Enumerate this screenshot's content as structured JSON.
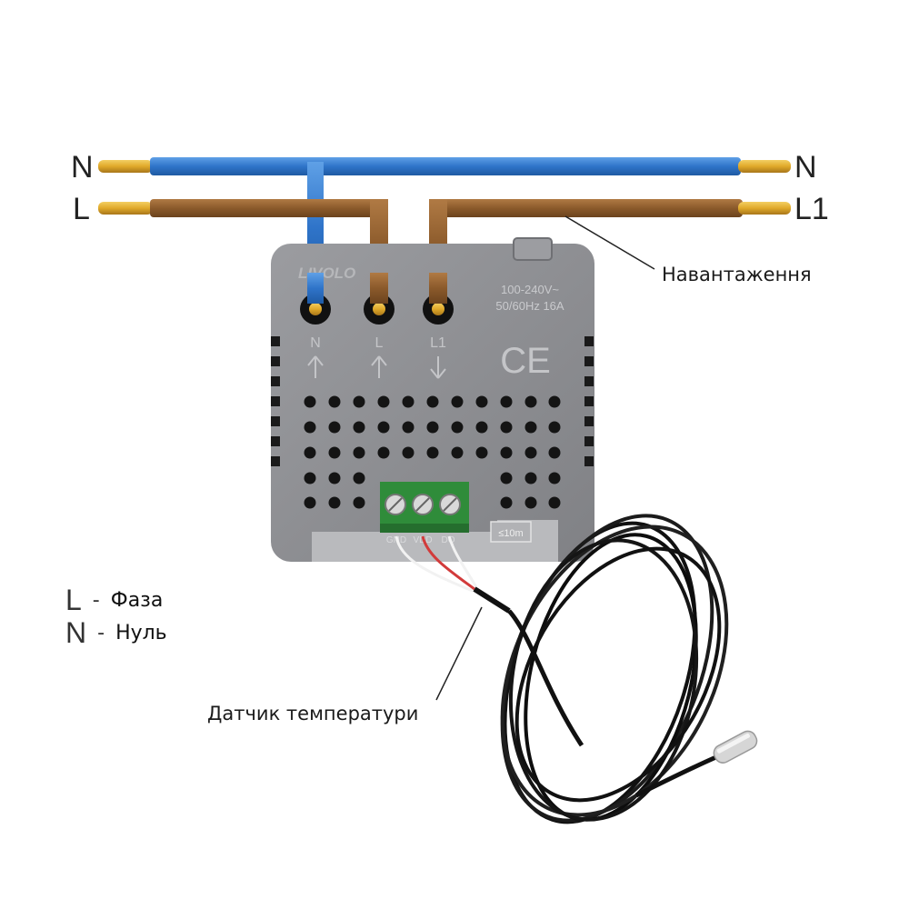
{
  "wires": {
    "neutral_left": "N",
    "phase_left": "L",
    "neutral_right": "N",
    "load_right": "L1"
  },
  "callouts": {
    "load": "Навантаження",
    "sensor": "Датчик температури"
  },
  "device": {
    "brand": "LIVOLO",
    "rating_line1": "100-240V~",
    "rating_line2": "50/60Hz 16A",
    "ce_mark": "CE",
    "terminals": [
      "N",
      "L",
      "L1"
    ],
    "sensor_terminals": [
      "GND",
      "VDD",
      "DQ"
    ],
    "sensor_tag": "≤10m"
  },
  "legend": [
    {
      "key": "L",
      "dash": "-",
      "text": "Фаза"
    },
    {
      "key": "N",
      "dash": "-",
      "text": "Нуль"
    }
  ],
  "colors": {
    "neutral_wire": "#2f74c9",
    "phase_wire": "#8b5a2b",
    "copper": "#e0a92a",
    "device_body": "#8c8d90",
    "terminal_block": "#2f8c3a",
    "sensor_cable": "#111111",
    "sensor_probe": "#d6d6d6"
  }
}
